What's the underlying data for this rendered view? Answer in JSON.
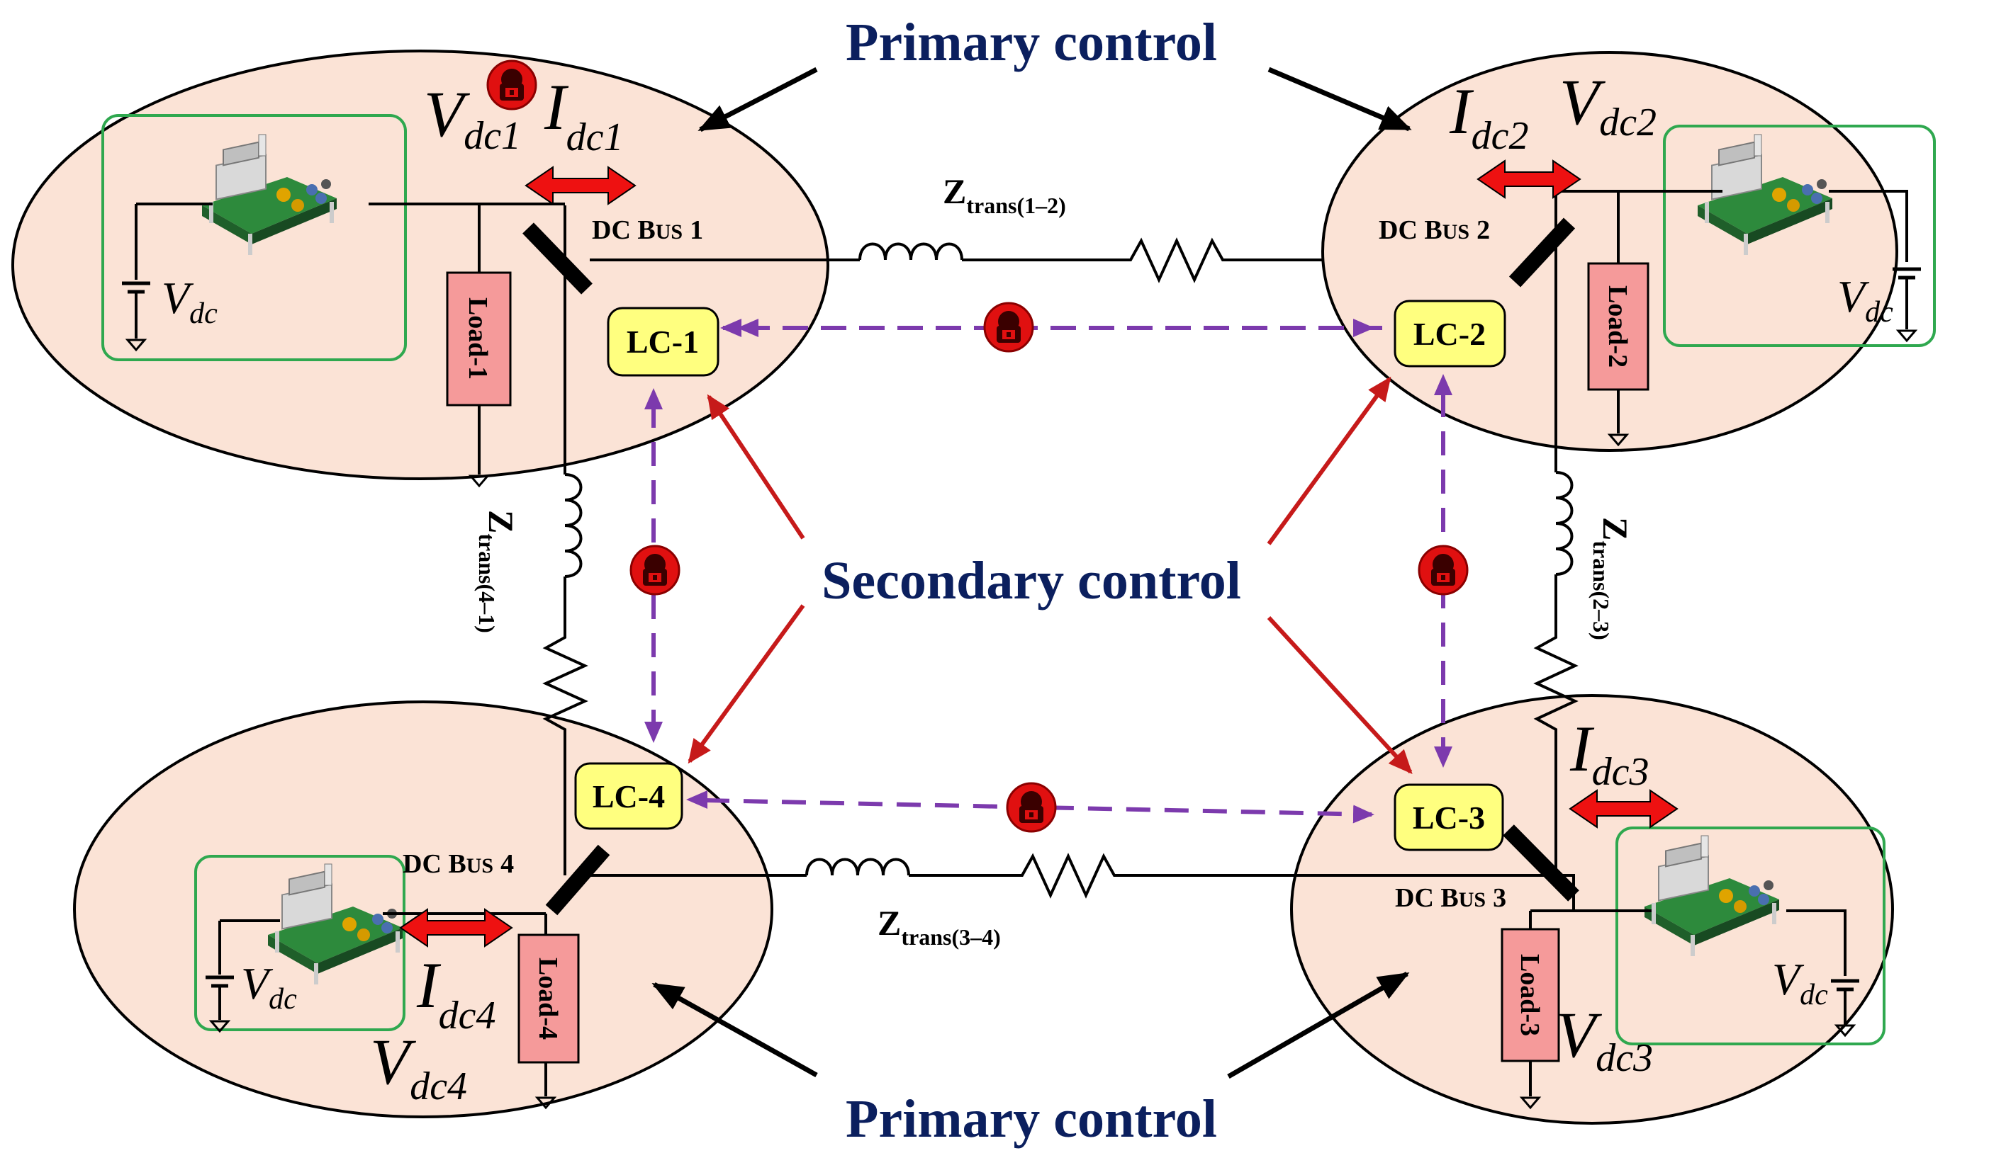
{
  "labels": {
    "primary_top": "Primary control",
    "primary_bottom": "Primary control",
    "secondary": "Secondary control"
  },
  "buses": [
    {
      "id": 1,
      "bus_prefix": "DC B",
      "bus_small": "US",
      "bus_num": "1",
      "lc": "LC-1",
      "load": "Load-1",
      "v_main": "V",
      "v_sub": "dc1",
      "i_main": "I",
      "i_sub": "dc1",
      "vdc_main": "V",
      "vdc_sub": "dc"
    },
    {
      "id": 2,
      "bus_prefix": "DC B",
      "bus_small": "US",
      "bus_num": "2",
      "lc": "LC-2",
      "load": "Load-2",
      "v_main": "V",
      "v_sub": "dc2",
      "i_main": "I",
      "i_sub": "dc2",
      "vdc_main": "V",
      "vdc_sub": "dc"
    },
    {
      "id": 3,
      "bus_prefix": "DC B",
      "bus_small": "US",
      "bus_num": "3",
      "lc": "LC-3",
      "load": "Load-3",
      "v_main": "V",
      "v_sub": "dc3",
      "i_main": "I",
      "i_sub": "dc3",
      "vdc_main": "V",
      "vdc_sub": "dc"
    },
    {
      "id": 4,
      "bus_prefix": "DC B",
      "bus_small": "US",
      "bus_num": "4",
      "lc": "LC-4",
      "load": "Load-4",
      "v_main": "V",
      "v_sub": "dc4",
      "i_main": "I",
      "i_sub": "dc4",
      "vdc_main": "V",
      "vdc_sub": "dc"
    }
  ],
  "lines": {
    "z12": {
      "main": "Z",
      "sub": "trans(1–2)"
    },
    "z23": {
      "main": "Z",
      "sub": "trans(2–3)"
    },
    "z34": {
      "main": "Z",
      "sub": "trans(3–4)"
    },
    "z41": {
      "main": "Z",
      "sub": "trans(4–1)"
    }
  },
  "colors": {
    "microgrid_fill": "#fbe3d6",
    "lc_fill": "#ffff7f",
    "load_fill": "#f59a9a",
    "comm_link": "#7c3aad",
    "secondary_arrow": "#c61a1a",
    "title_text": "#0b1f5e",
    "converter_box": "#2fa84f",
    "attack_icon": "#e01010"
  },
  "icons": [
    "attack-lock-icon",
    "converter-board-icon",
    "battery-icon",
    "ground-icon"
  ]
}
